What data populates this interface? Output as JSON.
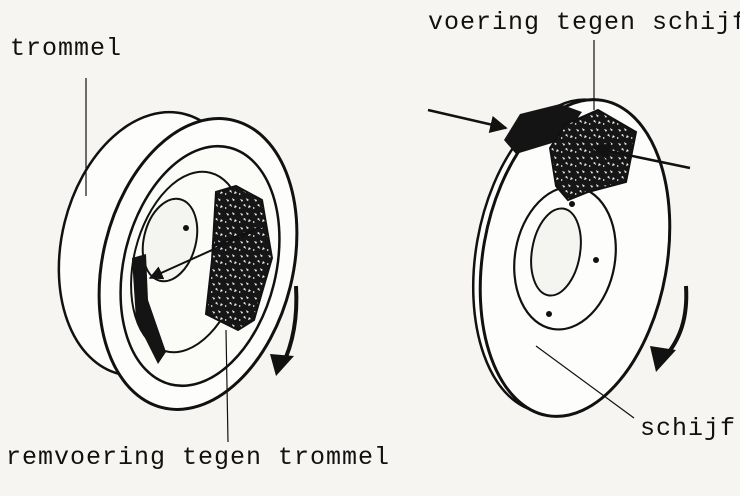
{
  "labels": {
    "drum": "trommel",
    "pad_against_disc": "voering tegen schijf",
    "lining_against_drum": "remvoering tegen trommel",
    "disc": "schijf"
  },
  "colors": {
    "ink": "#111111",
    "paper": "#f6f5f1"
  }
}
